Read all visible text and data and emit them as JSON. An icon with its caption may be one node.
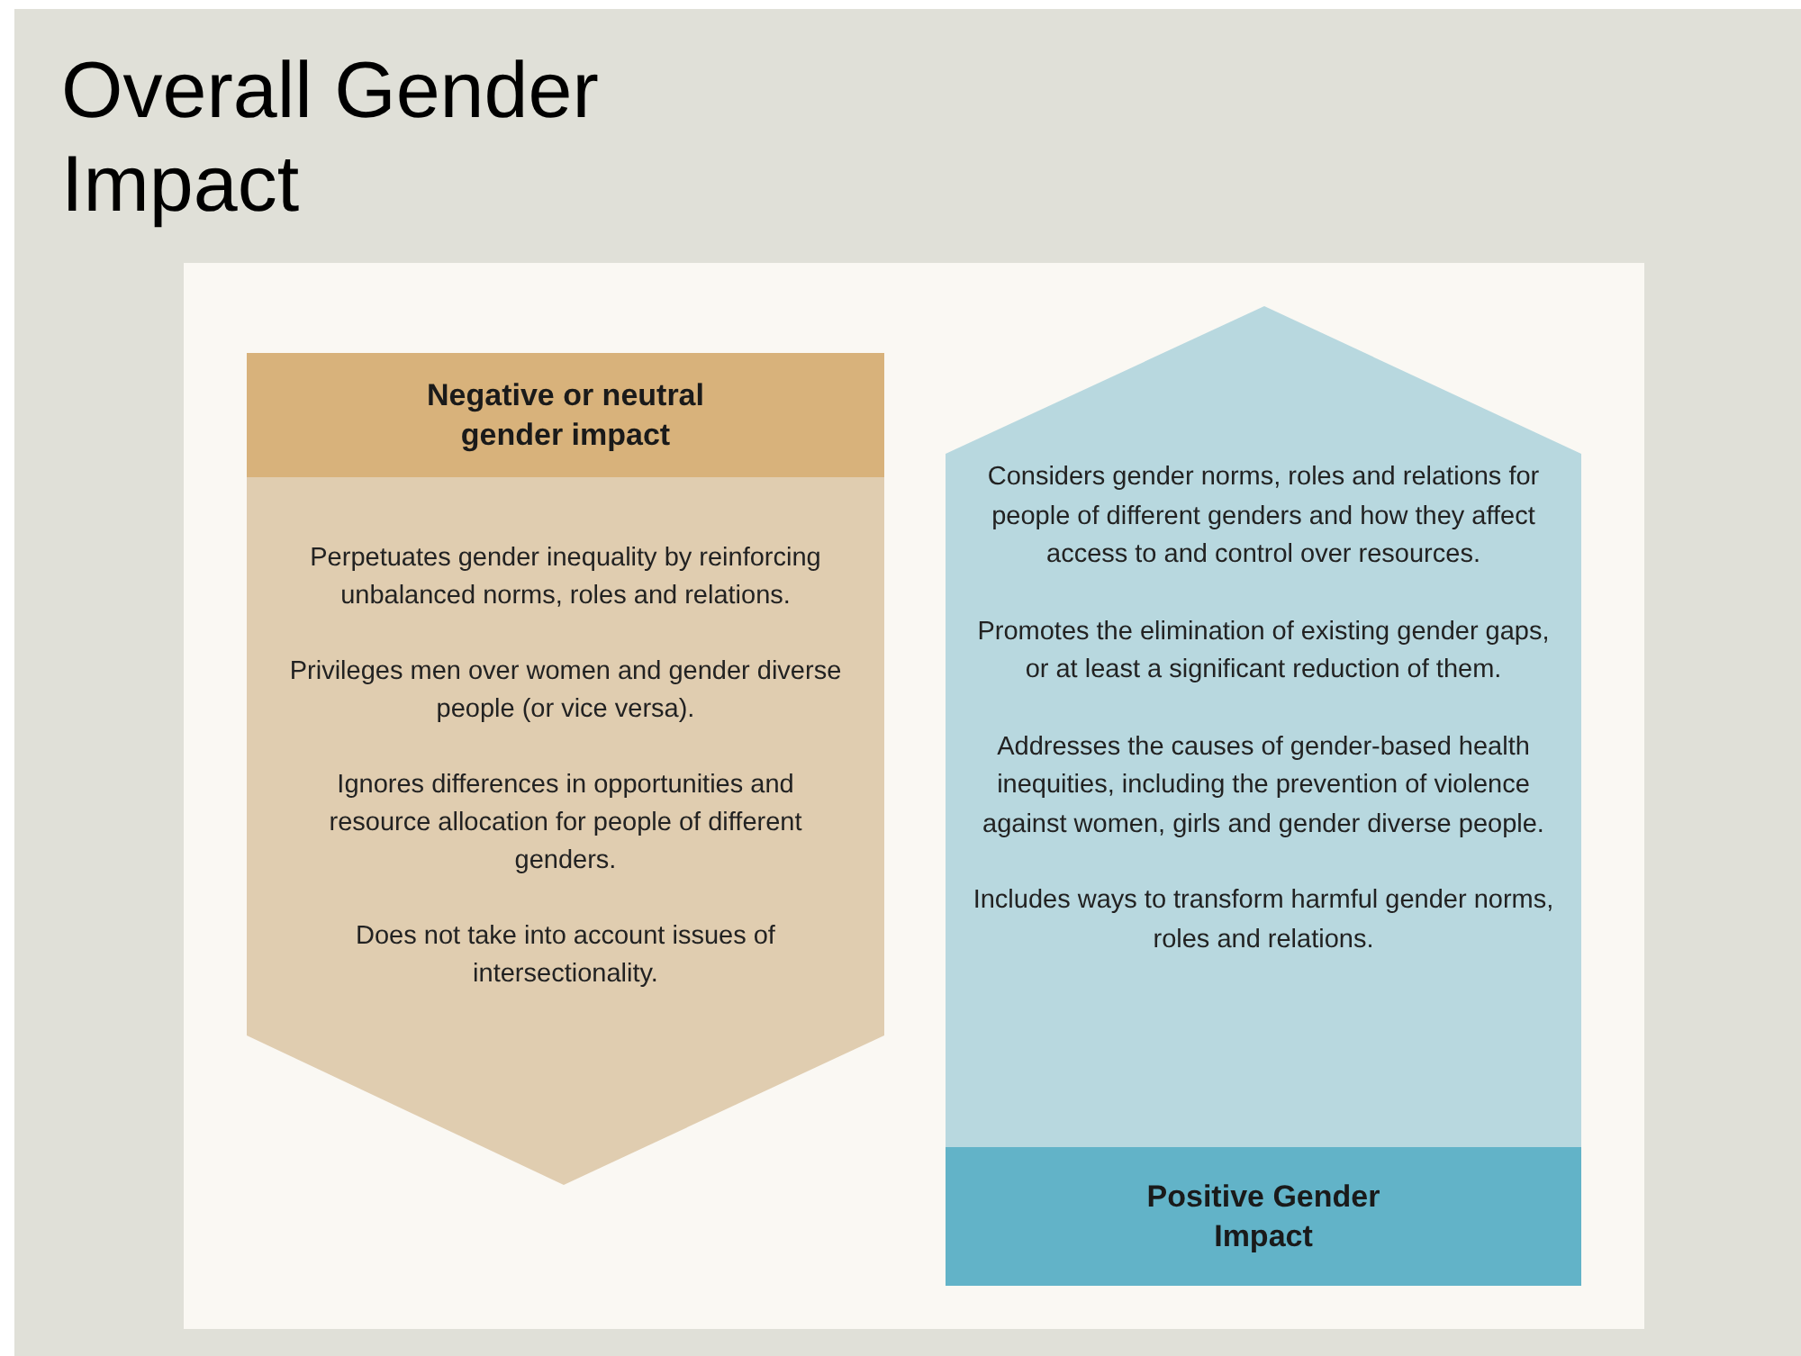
{
  "diagram": {
    "title": "Overall Gender Impact",
    "nodes": [
      {
        "text": [
          "Negative or neutral gender impact",
          "Perpetuates gender inequality by reinforcing unbalanced norms, roles and relations.",
          "Privileges men over women and gender diverse people (or vice versa).",
          "Ignores differences in opportunities and resource allocation for people of different genders.",
          "Does not take into account issues of intersectionality."
        ]
      },
      {
        "text": [
          "Considers gender norms, roles and relations for people of different genders and how they affect access to and control over resources.",
          "Promotes the elimination of existing gender gaps, or at least a significant reduction of them.",
          "Addresses the causes of gender-based health inequities, including the prevention of violence against women, girls and gender diverse people.",
          "Includes ways to transform harmful gender norms, roles and relations.",
          "Positive Gender Impact"
        ]
      }
    ]
  }
}
